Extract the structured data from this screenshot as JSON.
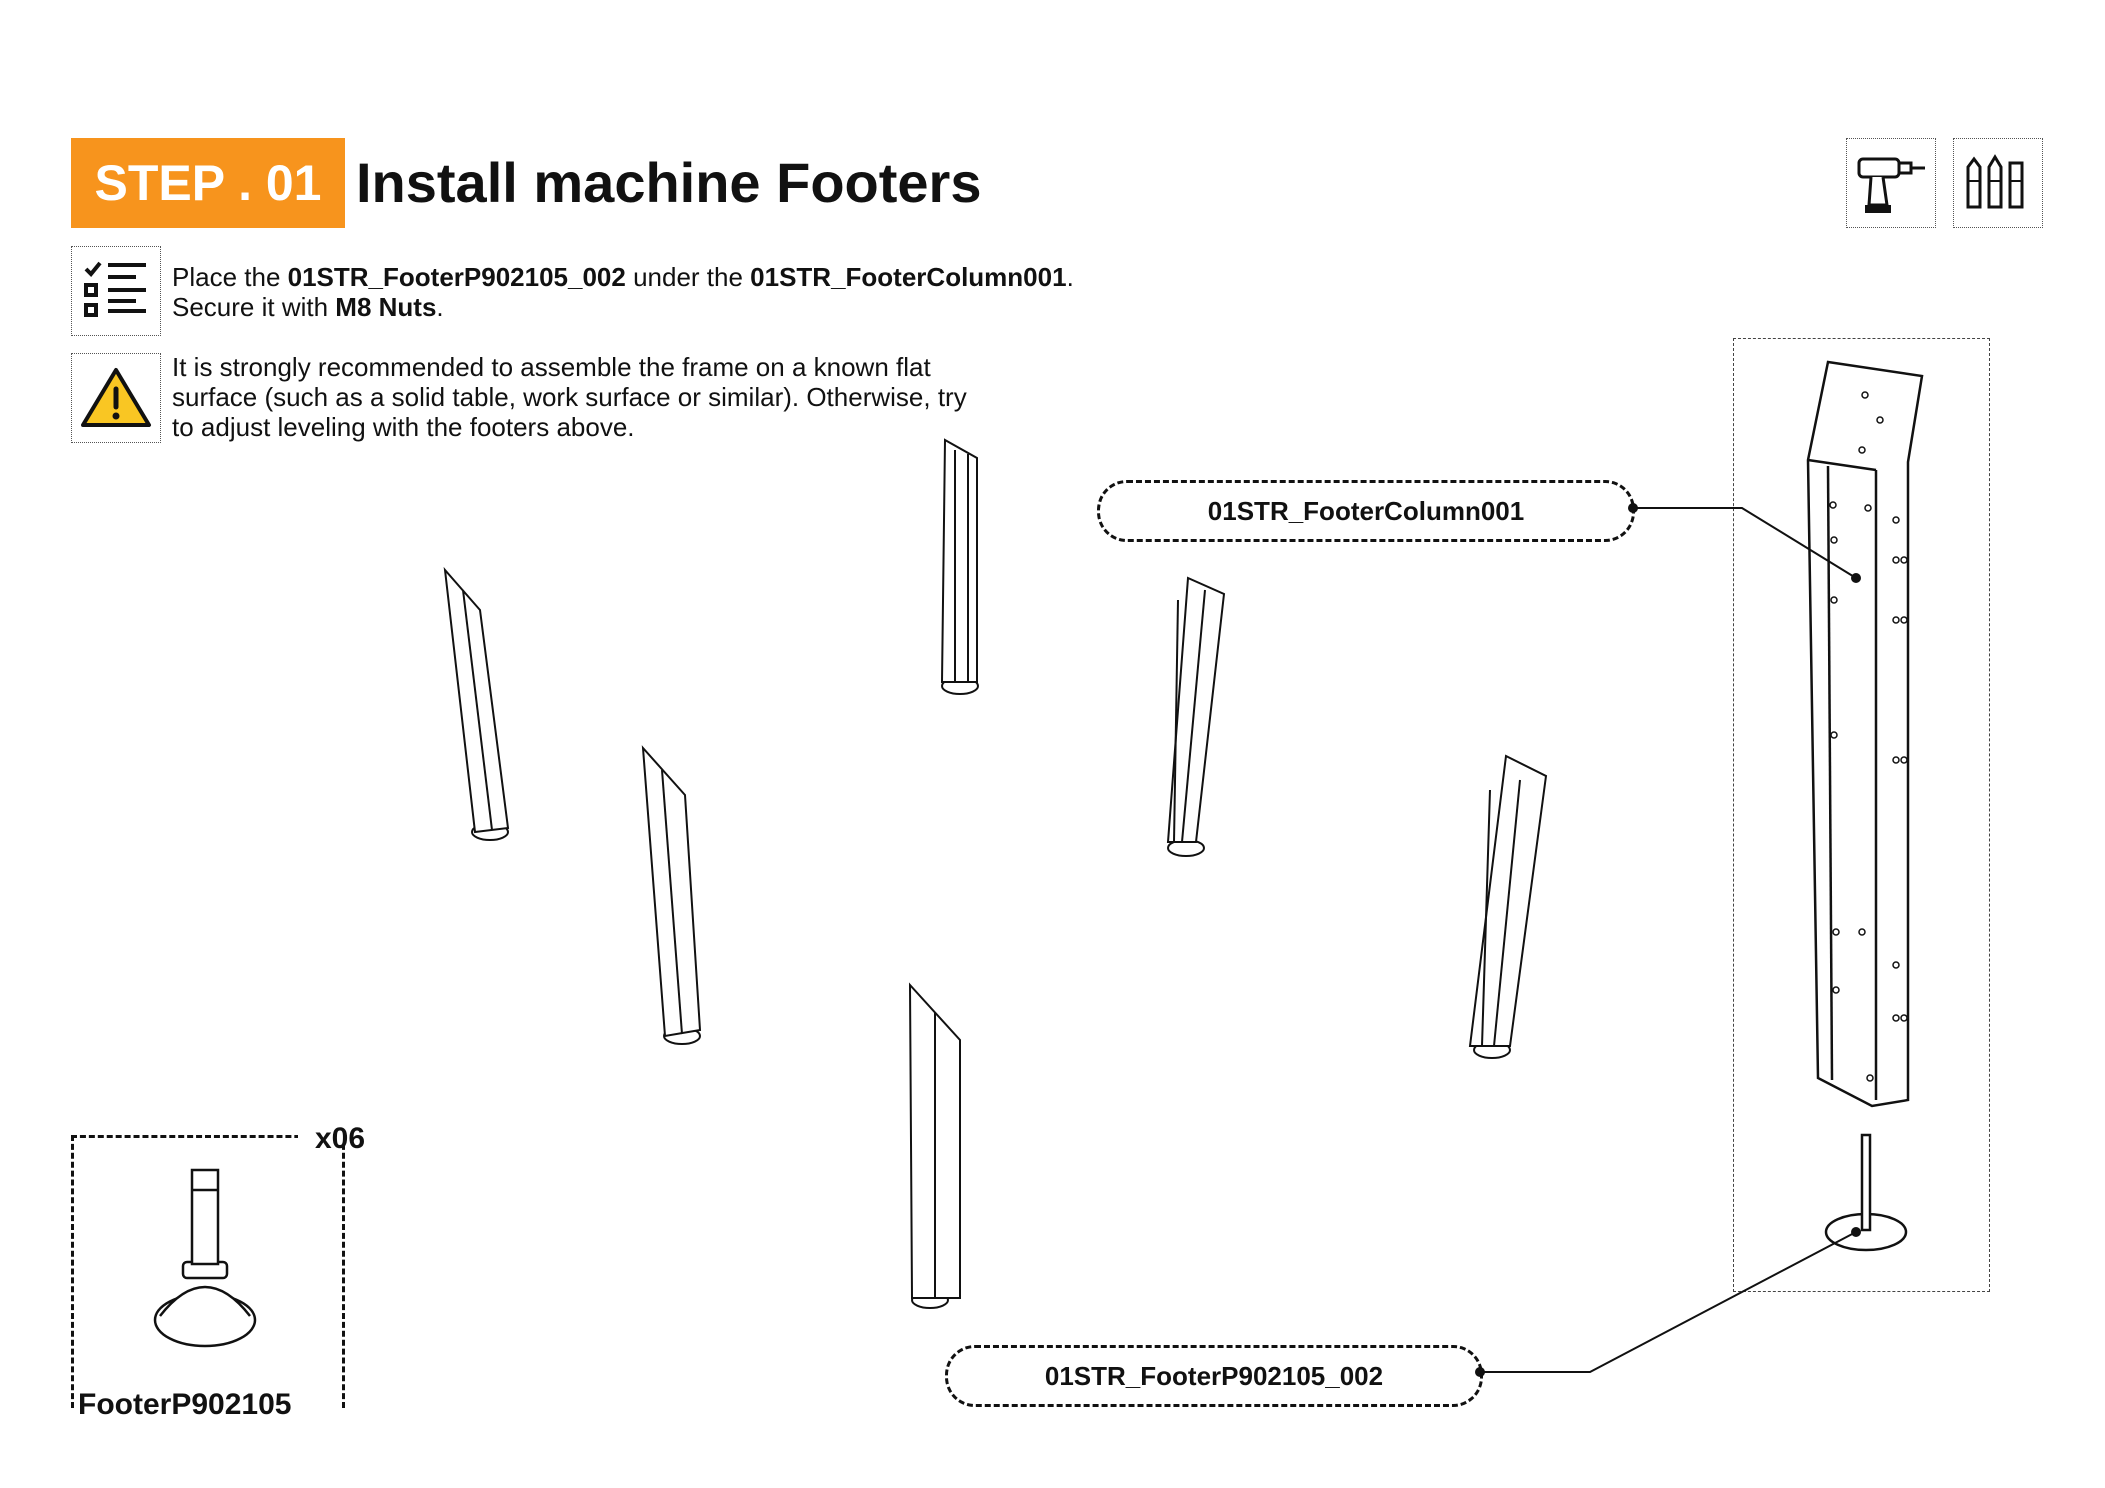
{
  "header": {
    "step_label": "STEP . 01",
    "title": "Install machine Footers"
  },
  "instruction": {
    "line1_prefix": "Place the ",
    "part_a": "01STR_FooterP902105_002",
    "line1_middle": " under the ",
    "part_b": "01STR_FooterColumn001",
    "line1_suffix": ".",
    "line2_prefix": "Secure it with ",
    "fastener": "M8  Nuts",
    "line2_suffix": "."
  },
  "warning": {
    "line1": "It is strongly recommended to assemble the frame on a known flat",
    "line2": "surface (such as a solid table, work surface or similar). Otherwise, try",
    "line3": "to adjust leveling with the footers above."
  },
  "callouts": {
    "column": "01STR_FooterColumn001",
    "footer": "01STR_FooterP902105_002"
  },
  "parts_box": {
    "quantity": "x06",
    "part_name": "FooterP902105"
  },
  "tools": [
    "drill-icon",
    "screwdriver-bits-icon"
  ],
  "colors": {
    "accent": "#f7941d",
    "warning": "#f9c623"
  }
}
